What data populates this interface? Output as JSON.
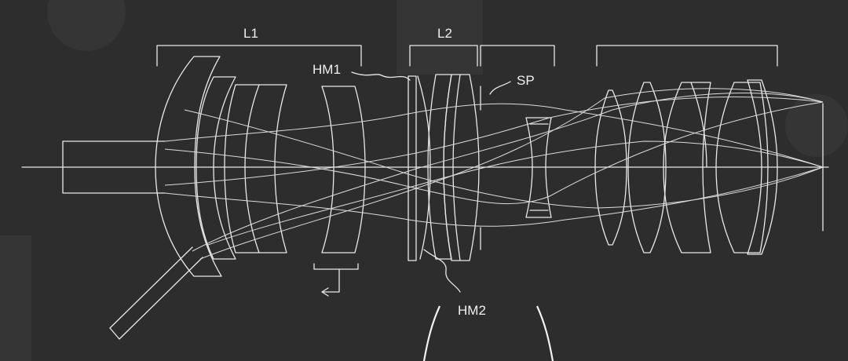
{
  "labels": {
    "group1": "L1",
    "group2": "L2",
    "hm1": "HM1",
    "hm2": "HM2",
    "sp": "SP"
  },
  "colors": {
    "background": "#2d2d2d",
    "line": "#e9e9e9"
  }
}
